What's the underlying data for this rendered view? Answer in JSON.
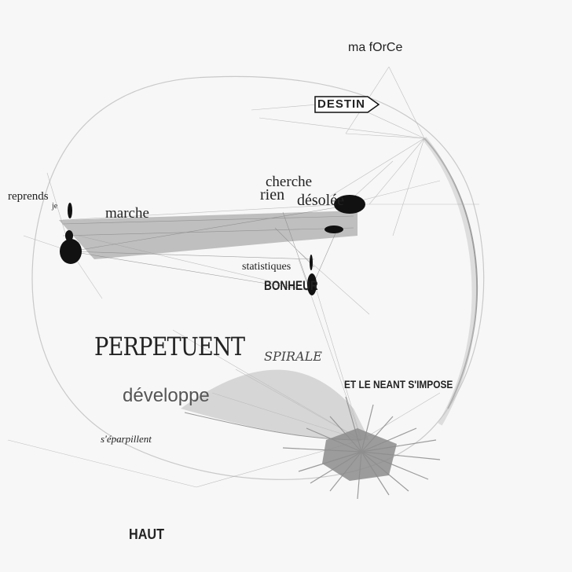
{
  "words": {
    "ma_force": "ma fOrCe",
    "destin": "DESTIN",
    "reprends": "reprends",
    "je": "je",
    "marche": "marche",
    "cherche": "cherche",
    "rien": "rien",
    "desolee": "désolée",
    "statistiques": "statistiques",
    "bonheur": "BONHEUR",
    "perpetuent": "PERPETUENT",
    "spirale": "SPIRALE",
    "et_le_neant": "ET LE NEANT S'IMPOSE",
    "developpe": "développe",
    "eparpillent": "s'éparpillent",
    "haut": "HAUT"
  },
  "colors": {
    "background": "#f7f7f7",
    "ink": "#222222",
    "web": "#9a9a9a",
    "star": "#8c8c8c"
  }
}
